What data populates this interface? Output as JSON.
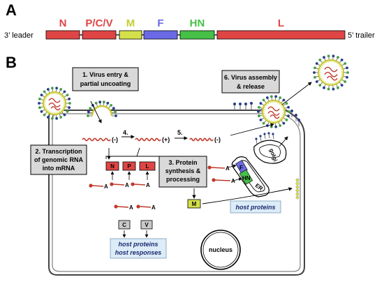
{
  "panel_a": {
    "letter": "A",
    "left_end": "3’ leader",
    "right_end": "5’ trailer",
    "genes": [
      {
        "label": "N",
        "fill": "#e04545",
        "text_color": "#e04545"
      },
      {
        "label": "P/C/V",
        "fill": "#e04545",
        "text_color": "#e04545"
      },
      {
        "label": "M",
        "fill": "#d4e04a",
        "text_color": "#c4d030"
      },
      {
        "label": "F",
        "fill": "#6a6ae6",
        "text_color": "#6a6ae6"
      },
      {
        "label": "HN",
        "fill": "#46c046",
        "text_color": "#46c046"
      },
      {
        "label": "L",
        "fill": "#e04545",
        "text_color": "#e04545"
      }
    ]
  },
  "panel_b": {
    "letter": "B",
    "steps": {
      "step1_line1": "1. Virus entry &",
      "step1_line2": "partial uncoating",
      "step2_line1": "2. Transcription",
      "step2_line2": "of genomic RNA",
      "step2_line3": "into mRNA",
      "step3_line1": "3. Protein",
      "step3_line2": "synthesis &",
      "step3_line3": "processing",
      "step6_line1": "6. Virus assembly",
      "step6_line2": "& release"
    },
    "step4": "4.",
    "step5": "5.",
    "rna_neg_1": "(-)",
    "rna_pos": "(+)",
    "rna_neg_2": "(-)",
    "poly_a": "A",
    "proteins_red": [
      "N",
      "P",
      "L"
    ],
    "protein_m": "M",
    "protein_c": "C",
    "protein_v": "V",
    "er_proteins": [
      "F",
      "HN"
    ],
    "er_label": "ER",
    "golgi_label": "golgi",
    "host_proteins_right": "host proteins",
    "host_proteins_left_line1": "host proteins",
    "host_proteins_left_line2": "host responses",
    "nucleus": "nucleus"
  },
  "colors": {
    "red": "#e04545",
    "yellow": "#d4e04a",
    "blue": "#6a6ae6",
    "green": "#46c046",
    "box_gray": "#d9d9d9",
    "host_box": "#dcecf8",
    "virion_spike_blue": "#2a3a8a"
  }
}
